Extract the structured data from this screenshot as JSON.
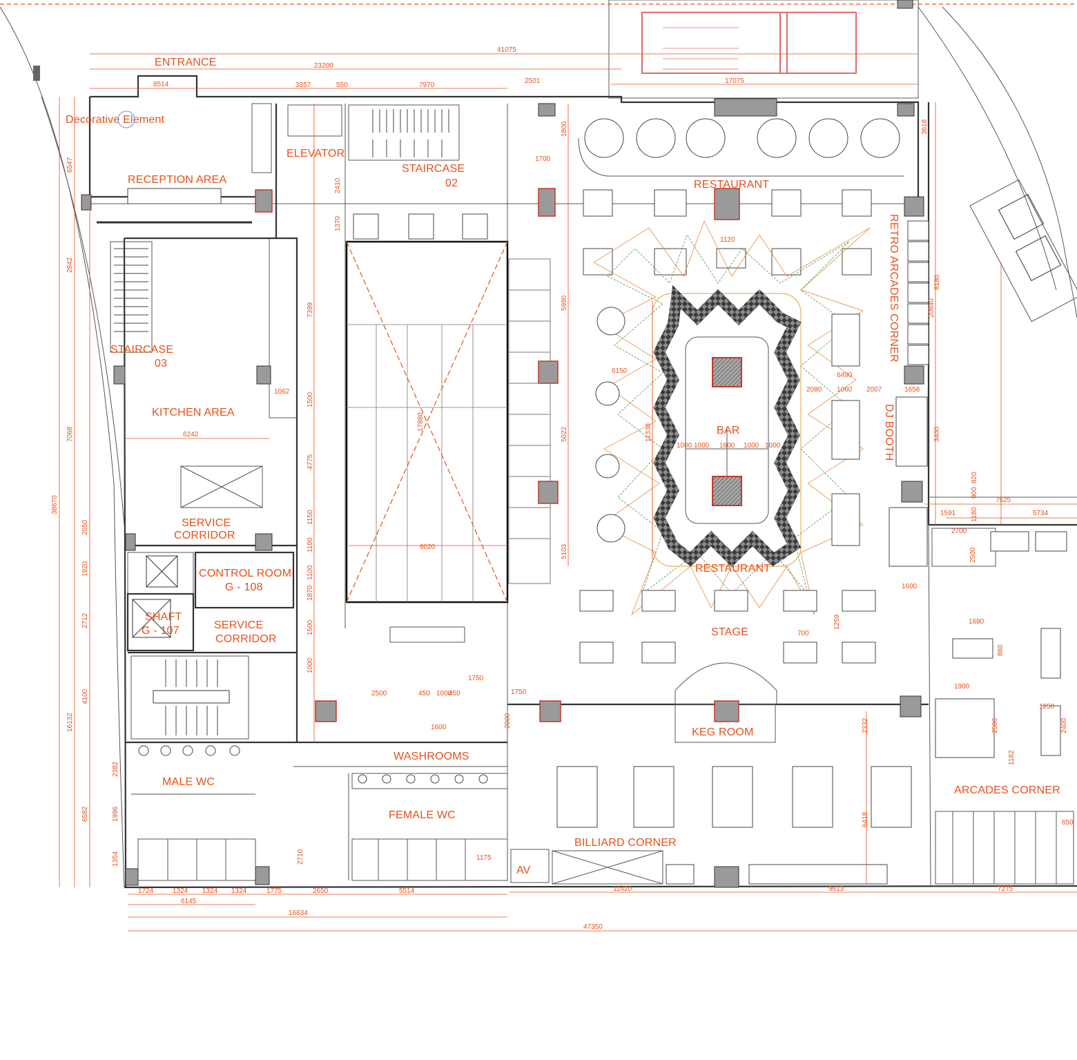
{
  "rooms": {
    "entrance": "ENTRANCE",
    "decorative": "Decorative Element",
    "reception": "RECEPTION AREA",
    "elevator": "ELEVATOR",
    "staircase02_a": "STAIRCASE",
    "staircase02_b": "02",
    "restaurant_top": "RESTAURANT",
    "staircase03_a": "STAIRCASE",
    "staircase03_b": "03",
    "kitchen": "KITCHEN AREA",
    "service1_a": "SERVICE",
    "service1_b": "CORRIDOR",
    "control_a": "CONTROL ROOM",
    "control_b": "G - 108",
    "shaft_a": "SHAFT",
    "shaft_b": "G - 107",
    "service2_a": "SERVICE",
    "service2_b": "CORRIDOR",
    "bar": "BAR",
    "restaurant_bottom": "RESTAURANT",
    "stage": "STAGE",
    "retro": "RETRO ARCADES CORNER",
    "dj": "DJ BOOTH",
    "keg": "KEG ROOM",
    "washrooms": "WASHROOMS",
    "male": "MALE WC",
    "female": "FEMALE WC",
    "billiard": "BILLIARD CORNER",
    "arcades": "ARCADES CORNER",
    "av": "AV"
  },
  "dims": {
    "d41075": "41075",
    "d23200": "23200",
    "d8514": "8514",
    "d3357": "3357",
    "d550": "550",
    "d7970": "7970",
    "d2501": "2501",
    "d17075": "17075",
    "d3618": "3618",
    "d1800": "1800",
    "d1700": "1700",
    "d6547": "6547",
    "d2842": "2842",
    "d7068": "7068",
    "d38670": "38670",
    "d2050": "2050",
    "d1920": "1920",
    "d2712": "2712",
    "d4100": "4100",
    "d16132": "16132",
    "d2382": "2382",
    "d6582": "6582",
    "d1996": "1996",
    "d1354": "1354",
    "d7399": "7399",
    "d1500": "1500",
    "d4775": "4775",
    "d1150": "1150",
    "d1100": "1100",
    "d1870": "1870",
    "d1000": "1000",
    "d2410": "2410",
    "d1370": "1370",
    "d6242": "6242",
    "d1062": "1062",
    "d6020": "6020",
    "d17880": "17880",
    "d5990": "5990",
    "d5022": "5022",
    "d5103": "5103",
    "d11338": "11338",
    "d6150": "6150",
    "d6490": "6490",
    "d2080": "2080",
    "d1060": "1060",
    "d2007": "2007",
    "d1658": "1658",
    "d20840": "20840",
    "d8180": "8180",
    "d3400": "3400",
    "d820": "820",
    "d900": "900",
    "d1180": "1180",
    "d7525": "7525",
    "d5734": "5734",
    "d1591": "1591",
    "d2700": "2700",
    "d2500": "2500",
    "d1600": "1600",
    "d1680": "1680",
    "d880": "880",
    "d1900": "1900",
    "d1250": "1250",
    "d2400": "2400",
    "d650": "650",
    "d1259": "1259",
    "d700": "700",
    "d1120": "1120",
    "d1750": "1750",
    "d450": "450",
    "d2332": "2332",
    "d6418": "6418",
    "d1182": "1182",
    "d2000": "2000",
    "d1724": "1724",
    "d1324": "1324",
    "d1775": "1775",
    "d2650": "2650",
    "d5514": "5514",
    "d6145": "6145",
    "d16634": "16634",
    "d11420": "11420",
    "d9613": "9613",
    "d7275": "7275",
    "d47350": "47350",
    "d1175": "1175",
    "d2710": "2710"
  },
  "bar_dims": [
    "1000",
    "1000",
    "1600",
    "1000",
    "1000"
  ],
  "colors": {
    "label": "#e8501a",
    "wall": "#333333",
    "column": "#9a9a9a",
    "accent": "#c0392b"
  }
}
